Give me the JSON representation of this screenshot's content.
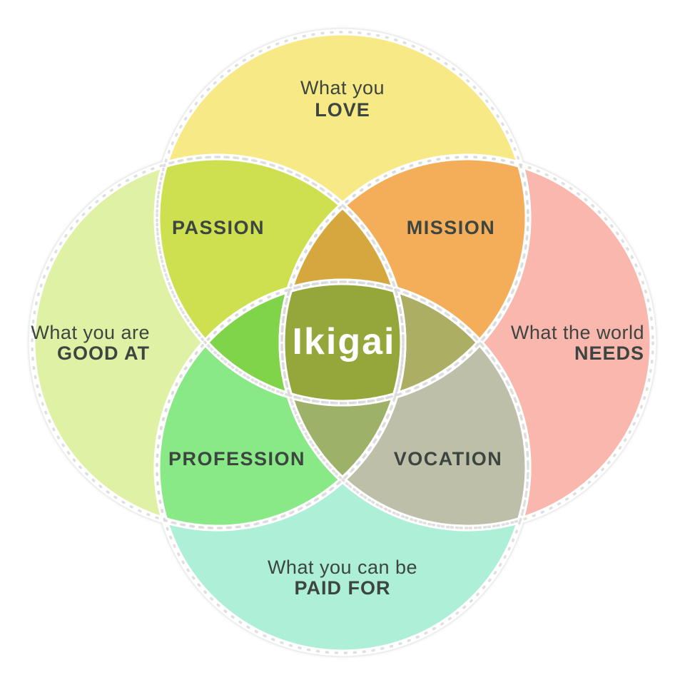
{
  "diagram": {
    "type": "venn-ikigai",
    "center_label": "Ikigai",
    "center_color": "#95A63B",
    "center_text_color": "#FFFFFF",
    "text_color": "#3C4540",
    "divider_color": "#FFFFFF",
    "sparkle_color": "#D9D9D9",
    "background": "#FFFFFF",
    "circles": [
      {
        "name": "love",
        "lines": [
          "What you",
          "LOVE"
        ],
        "color": "#F7E985"
      },
      {
        "name": "good-at",
        "lines": [
          "What you are",
          "GOOD AT"
        ],
        "color": "#DEF1A5"
      },
      {
        "name": "needs",
        "lines": [
          "What the world",
          "NEEDS"
        ],
        "color": "#F9B7AE"
      },
      {
        "name": "paid-for",
        "lines": [
          "What you can be",
          "PAID FOR"
        ],
        "color": "#AEEFD8"
      }
    ],
    "overlaps": [
      {
        "name": "passion",
        "label": "PASSION",
        "color": "#CEDF4F",
        "between": "love + good-at"
      },
      {
        "name": "mission",
        "label": "MISSION",
        "color": "#F4AD59",
        "between": "love + needs"
      },
      {
        "name": "profession",
        "label": "PROFESSION",
        "color": "#89E986",
        "between": "good-at + paid-for"
      },
      {
        "name": "vocation",
        "label": "VOCATION",
        "color": "#BDBFA8",
        "between": "needs + paid-for"
      }
    ],
    "inner_overlaps": [
      {
        "name": "love-passion-mission",
        "color": "#D7A73F"
      },
      {
        "name": "goodat-passion-profession",
        "color": "#7FD449"
      },
      {
        "name": "needs-mission-vocation",
        "color": "#ACAE63"
      },
      {
        "name": "paidfor-profession-vocation",
        "color": "#9DB169"
      }
    ]
  }
}
